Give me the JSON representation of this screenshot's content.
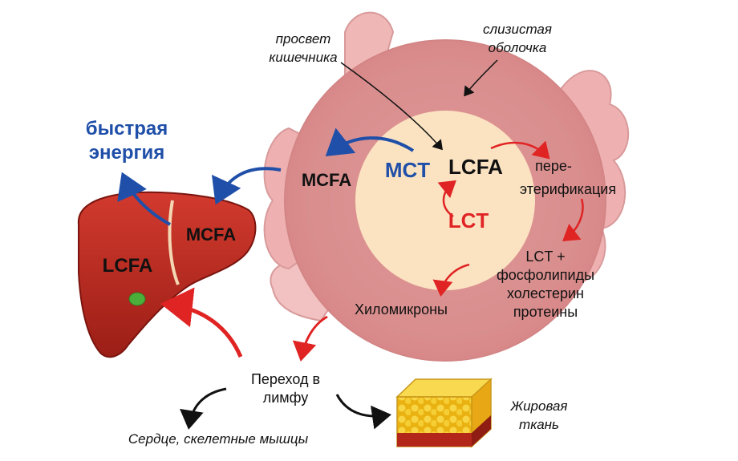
{
  "labels": {
    "lumen_line1": "просвет",
    "lumen_line2": "кишечника",
    "mucosa_line1": "слизистая",
    "mucosa_line2": "оболочка",
    "fast_energy_line1": "быстрая",
    "fast_energy_line2": "энергия",
    "mcfa_gut": "MCFA",
    "mct": "MCT",
    "lcfa_gut": "LCFA",
    "lct": "LCT",
    "reester_line1": "пере-",
    "reester_line2": "этерификация",
    "lct_plus": "LCT +",
    "phospholipids": "фосфолипиды",
    "cholesterol": "холестерин",
    "proteins": "протеины",
    "chylomicrons": "Хиломикроны",
    "mcfa_liver": "MCFA",
    "lcfa_liver": "LCFA",
    "lymph_line1": "Переход в",
    "lymph_line2": "лимфу",
    "heart_muscle": "Сердце, скелетные мышцы",
    "fat_line1": "Жировая",
    "fat_line2": "ткань"
  },
  "colors": {
    "blue": "#1f4fa8",
    "red": "#e02424",
    "liver": "#b8281e",
    "gut": "#e6a3a3",
    "lumen": "#fbe3c2",
    "fat": "#f2c21a"
  }
}
